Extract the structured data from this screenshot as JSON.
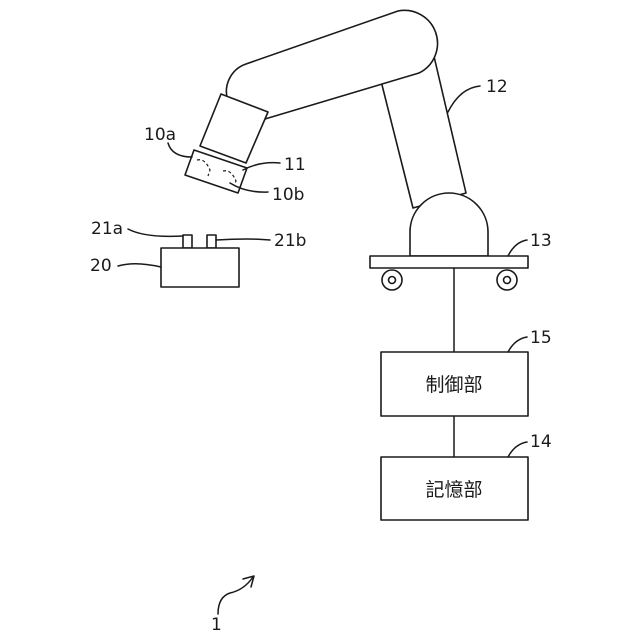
{
  "figure": {
    "labels": {
      "system": "1",
      "arm": "12",
      "end_effector": "11",
      "sensor_a": "10a",
      "sensor_b": "10b",
      "mobile_base": "13",
      "control_unit": "15",
      "storage_unit": "14",
      "workpiece": "20",
      "feature_a": "21a",
      "feature_b": "21b"
    },
    "blocks": {
      "control_unit": "制御部",
      "storage_unit": "記憶部"
    }
  }
}
